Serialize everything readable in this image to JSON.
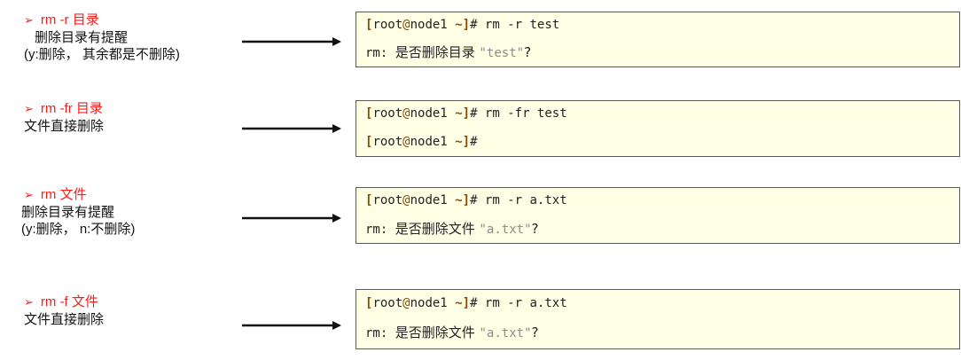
{
  "rows": [
    {
      "heading_bullet": "➢",
      "heading": "rm -r  目录",
      "desc": [
        "删除目录有提醒",
        "(y:删除， 其余都是不删除)"
      ],
      "terminal": {
        "prompt_user": "root",
        "prompt_host": "node1",
        "prompt_dir": "~",
        "command": "rm -r test",
        "second_line": {
          "type": "message",
          "prefix": "rm: ",
          "text_before": "是否删除目录 ",
          "quoted": "\"test\"",
          "text_after": "?"
        }
      }
    },
    {
      "heading_bullet": "➢",
      "heading": "rm -fr  目录",
      "desc": [
        "文件直接删除"
      ],
      "terminal": {
        "prompt_user": "root",
        "prompt_host": "node1",
        "prompt_dir": "~",
        "command": "rm -fr test",
        "second_line": {
          "type": "prompt",
          "prompt_user": "root",
          "prompt_host": "node1",
          "prompt_dir": "~"
        }
      }
    },
    {
      "heading_bullet": "➢",
      "heading": "rm   文件",
      "desc": [
        "删除目录有提醒",
        "(y:删除， n:不删除)"
      ],
      "terminal": {
        "prompt_user": "root",
        "prompt_host": "node1",
        "prompt_dir": "~",
        "command": "rm -r a.txt",
        "second_line": {
          "type": "message",
          "prefix": "rm: ",
          "text_before": "是否删除文件 ",
          "quoted": "\"a.txt\"",
          "text_after": "?"
        }
      }
    },
    {
      "heading_bullet": "➢",
      "heading": "rm  -f 文件",
      "desc": [
        "文件直接删除"
      ],
      "terminal": {
        "prompt_user": "root",
        "prompt_host": "node1",
        "prompt_dir": "~",
        "command": "rm -r a.txt",
        "second_line": {
          "type": "message",
          "prefix": "rm: ",
          "text_before": "是否删除文件 ",
          "quoted": "\"a.txt\"",
          "text_after": "?"
        }
      }
    }
  ],
  "colors": {
    "heading": "#ff1a1a",
    "terminal_bg": "#ffffe6",
    "prompt_accent": "#8a4a00",
    "quoted_text": "#8c8c8c"
  }
}
